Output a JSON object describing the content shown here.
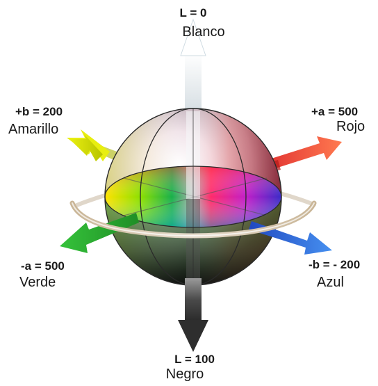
{
  "axes": {
    "top": {
      "equation": "L = 0",
      "name": "Blanco"
    },
    "bottom": {
      "equation": "L = 100",
      "name": "Negro"
    },
    "upper_left": {
      "equation": "+b = 200",
      "name": "Amarillo"
    },
    "upper_right": {
      "equation": "+a = 500",
      "name": "Rojo"
    },
    "lower_left": {
      "equation": "-a = 500",
      "name": "Verde"
    },
    "lower_right": {
      "equation": "-b = - 200",
      "name": "Azul"
    }
  },
  "colors": {
    "white_axis": "#e6eef2",
    "black_axis": "#3a3a3a",
    "yellow": "#e6e600",
    "red": "#f05a3c",
    "green": "#2eb82e",
    "blue": "#2c64d8",
    "ring": "#c8b8a0"
  }
}
